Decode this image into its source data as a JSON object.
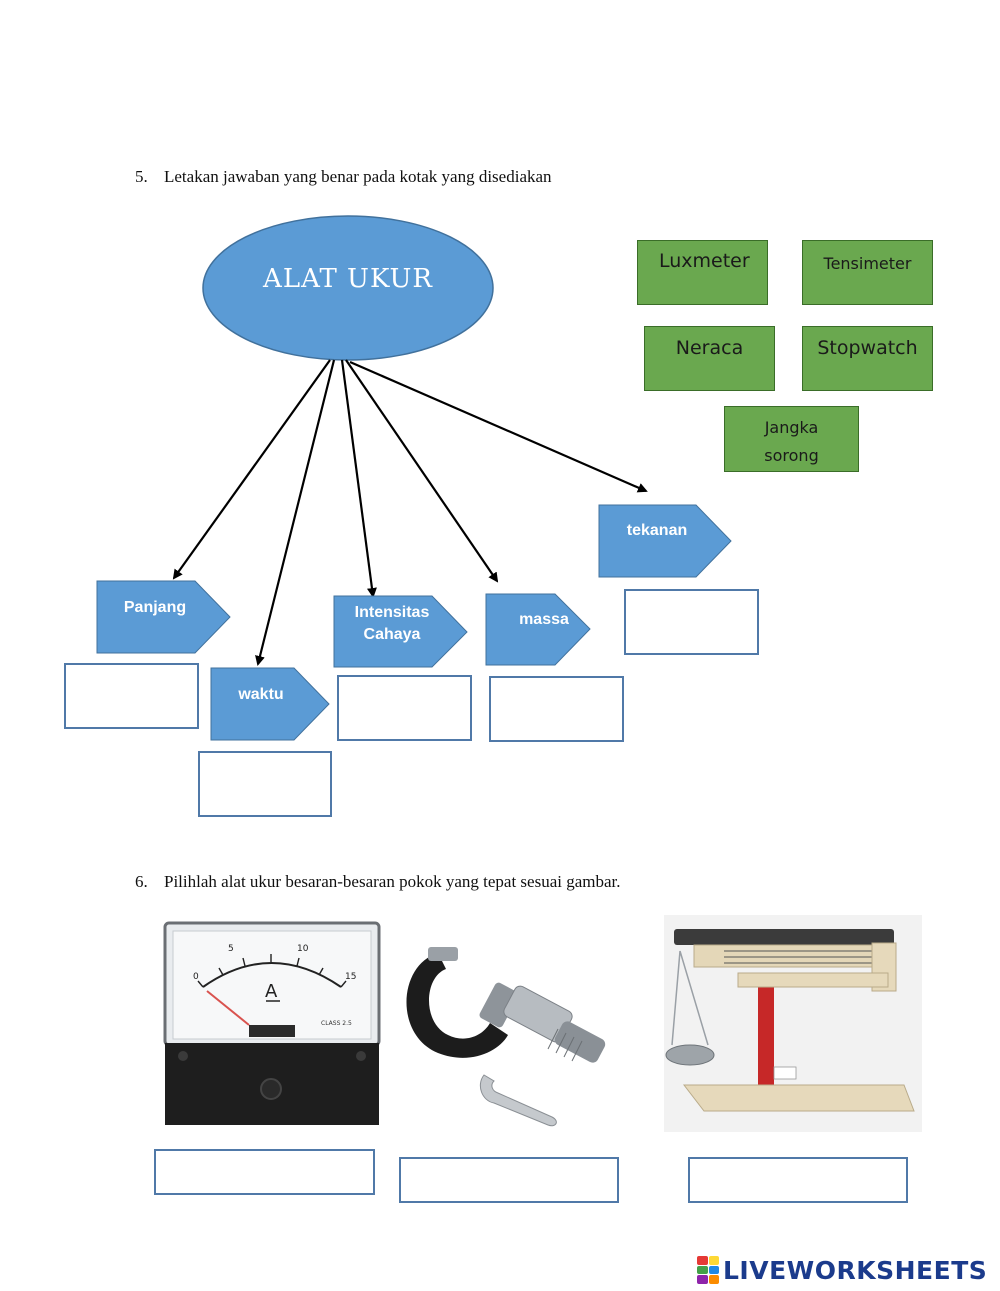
{
  "question5": {
    "number": "5.",
    "text": "Letakan jawaban yang benar pada kotak yang disediakan"
  },
  "diagram": {
    "center_label": "ALAT UKUR",
    "ellipse_color": "#5b9bd5",
    "arrow_color": "#5b9bd5",
    "answer_options": [
      "Luxmeter",
      "Tensimeter",
      "Neraca",
      "Stopwatch",
      "Jangka",
      "sorong"
    ],
    "option_color": "#6aa84f",
    "quantities": [
      "Panjang",
      "waktu",
      "Intensitas",
      "Cahaya",
      "massa",
      "tekanan"
    ]
  },
  "question6": {
    "number": "6.",
    "text": "Pilihlah alat ukur besaran-besaran pokok yang tepat sesuai gambar.",
    "images": [
      "ammeter-image",
      "micrometer-screw-gauge-image",
      "triple-beam-balance-image"
    ],
    "meter_labels": [
      "0",
      "5",
      "10",
      "15",
      "A",
      "CLASS 2.5"
    ]
  },
  "footer": {
    "logo_text": "LIVEWORKSHEETS"
  }
}
